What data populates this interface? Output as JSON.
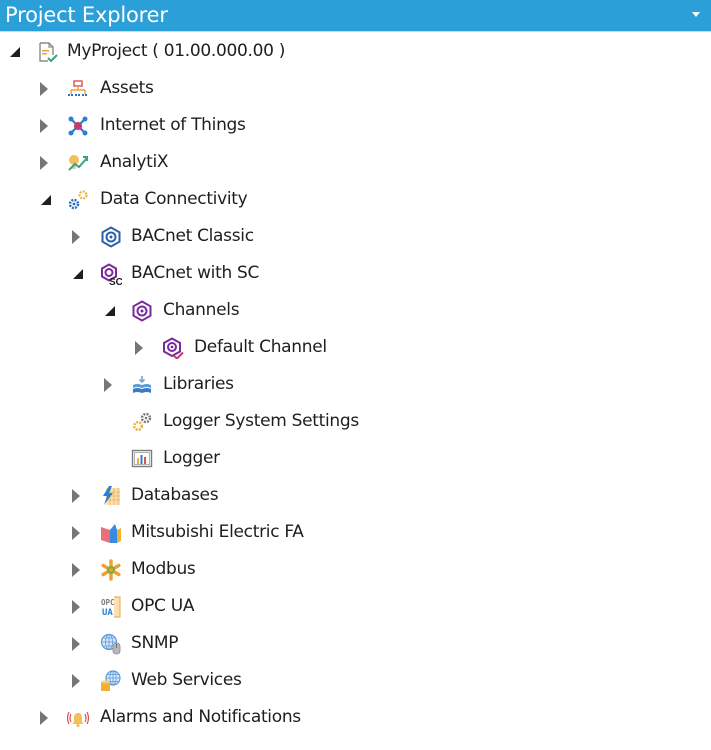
{
  "panel": {
    "title": "Project Explorer",
    "menu_icon": "chevron-down-icon",
    "header_color": "#2a9fd8"
  },
  "tree": {
    "items": [
      {
        "label": "MyProject ( 01.00.000.00 )",
        "level": 0,
        "state": "expanded",
        "icon": "project-file-icon"
      },
      {
        "label": "Assets",
        "level": 1,
        "state": "collapsed",
        "icon": "assets-hierarchy-icon"
      },
      {
        "label": "Internet of Things",
        "level": 1,
        "state": "collapsed",
        "icon": "iot-network-icon"
      },
      {
        "label": "AnalytiX",
        "level": 1,
        "state": "collapsed",
        "icon": "analytix-chart-icon"
      },
      {
        "label": "Data Connectivity",
        "level": 1,
        "state": "expanded",
        "icon": "gears-icon"
      },
      {
        "label": "BACnet Classic",
        "level": 2,
        "state": "collapsed",
        "icon": "bacnet-hex-icon"
      },
      {
        "label": "BACnet with SC",
        "level": 2,
        "state": "expanded",
        "icon": "bacnet-sc-icon"
      },
      {
        "label": "Channels",
        "level": 3,
        "state": "expanded",
        "icon": "channels-hex-icon"
      },
      {
        "label": "Default Channel",
        "level": 4,
        "state": "collapsed",
        "icon": "channel-check-icon"
      },
      {
        "label": "Libraries",
        "level": 3,
        "state": "collapsed",
        "icon": "libraries-icon"
      },
      {
        "label": "Logger System Settings",
        "level": 3,
        "state": "leaf",
        "icon": "settings-gears-icon"
      },
      {
        "label": "Logger",
        "level": 3,
        "state": "leaf",
        "icon": "logger-chart-icon"
      },
      {
        "label": "Databases",
        "level": 2,
        "state": "collapsed",
        "icon": "database-icon"
      },
      {
        "label": "Mitsubishi Electric FA",
        "level": 2,
        "state": "collapsed",
        "icon": "mitsubishi-icon"
      },
      {
        "label": "Modbus",
        "level": 2,
        "state": "collapsed",
        "icon": "modbus-icon"
      },
      {
        "label": "OPC UA",
        "level": 2,
        "state": "collapsed",
        "icon": "opc-ua-icon"
      },
      {
        "label": "SNMP",
        "level": 2,
        "state": "collapsed",
        "icon": "snmp-globe-icon"
      },
      {
        "label": "Web Services",
        "level": 2,
        "state": "collapsed",
        "icon": "web-services-icon"
      },
      {
        "label": "Alarms and Notifications",
        "level": 1,
        "state": "collapsed",
        "icon": "alarm-bell-icon"
      }
    ]
  }
}
